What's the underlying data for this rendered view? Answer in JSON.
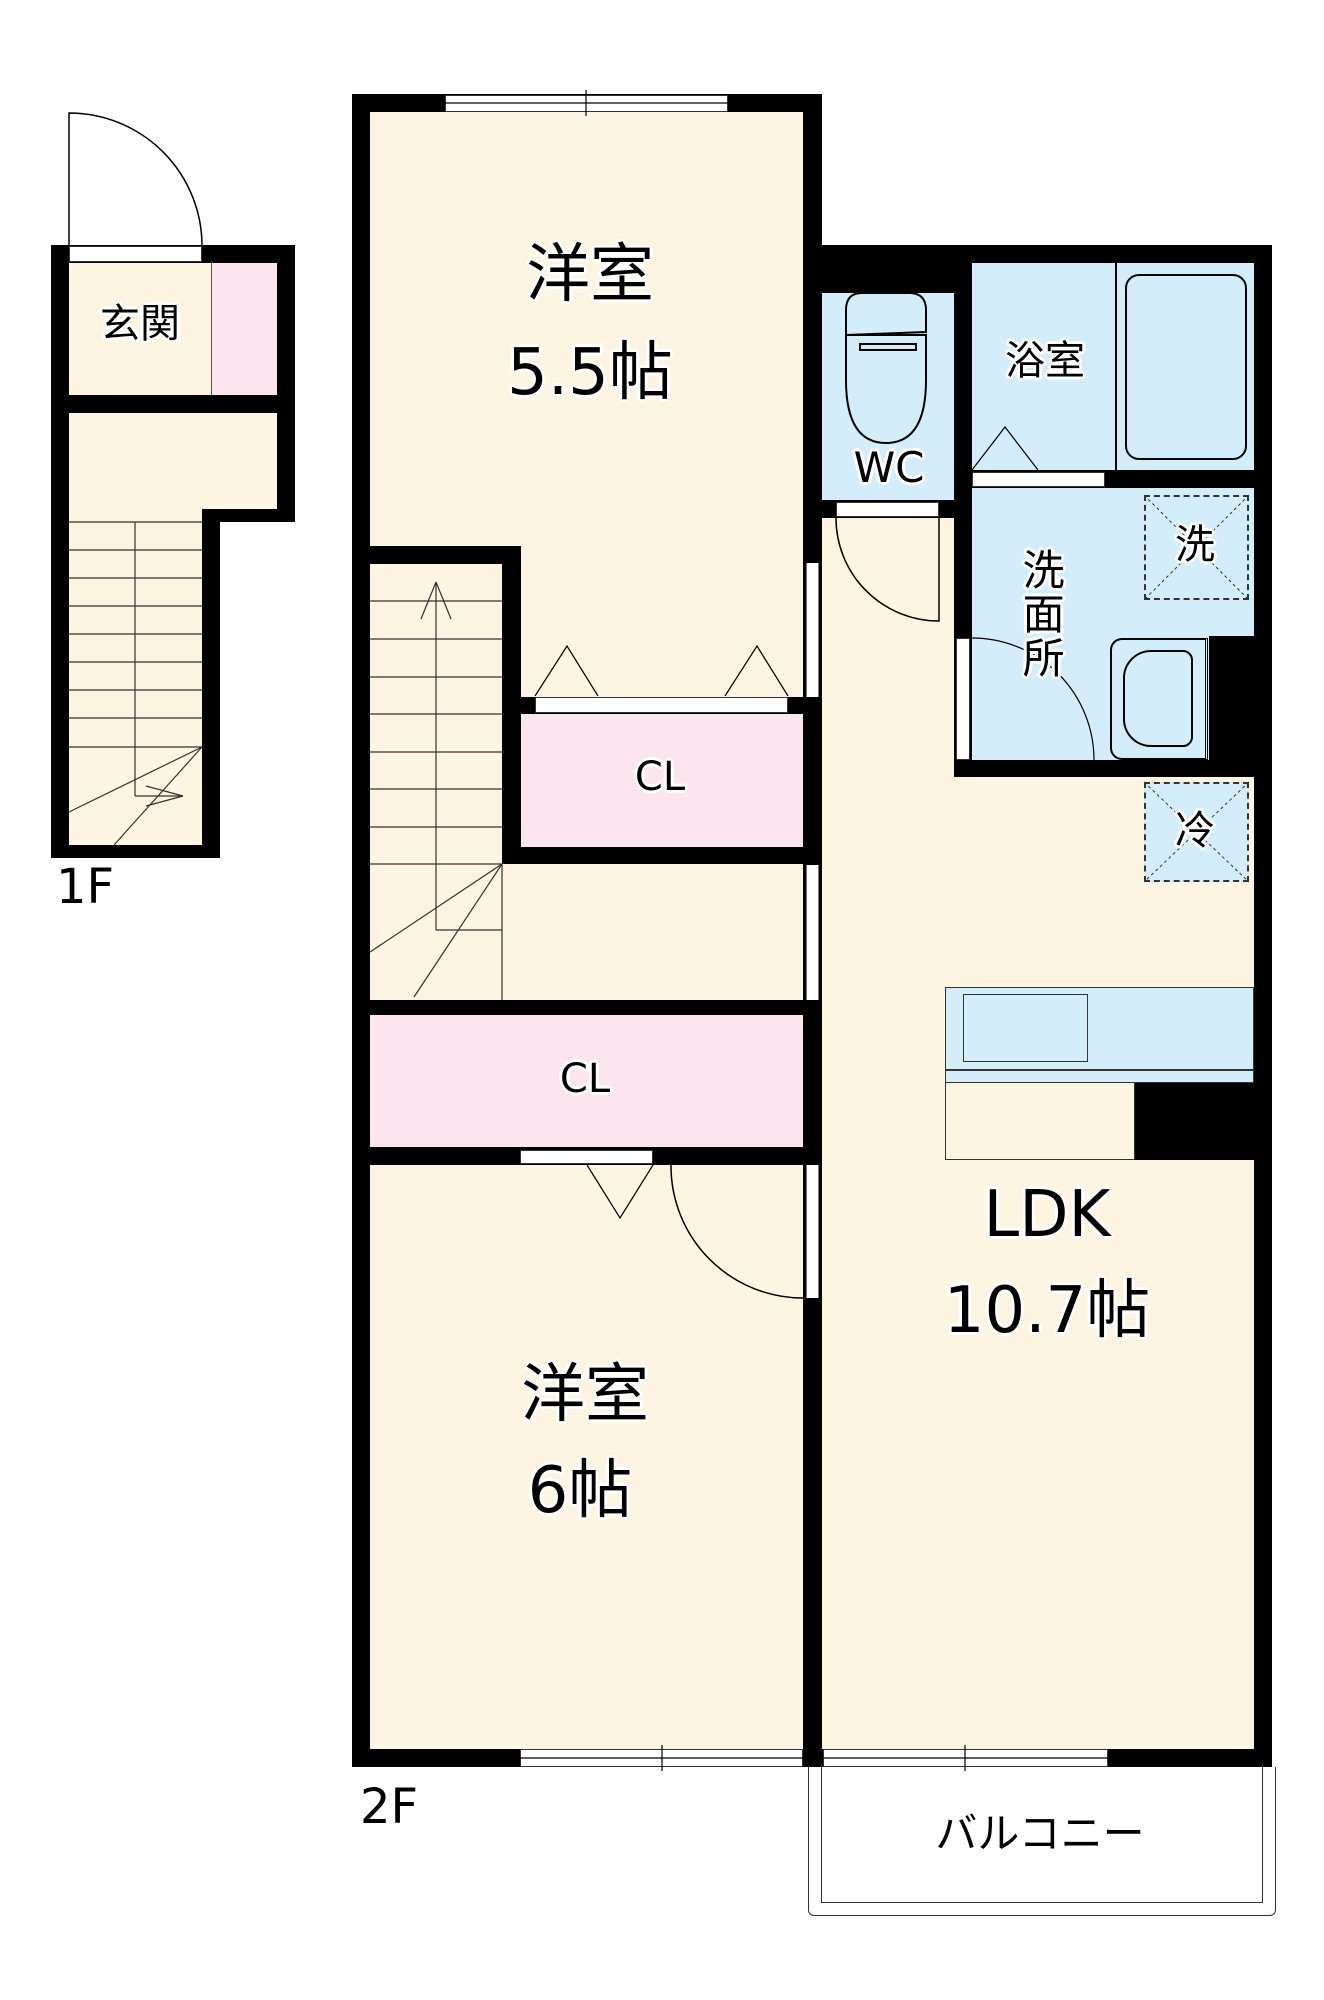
{
  "floors": {
    "first": {
      "label": "1F",
      "rooms": [
        {
          "id": "genkan",
          "name": "玄関"
        }
      ]
    },
    "second": {
      "label": "2F",
      "rooms": [
        {
          "id": "western-room-1",
          "name": "洋室",
          "size": "5.5帖"
        },
        {
          "id": "closet-1",
          "name": "CL"
        },
        {
          "id": "closet-2",
          "name": "CL"
        },
        {
          "id": "western-room-2",
          "name": "洋室",
          "size": "6帖"
        },
        {
          "id": "wc",
          "name": "WC"
        },
        {
          "id": "bathroom",
          "name": "浴室"
        },
        {
          "id": "washroom",
          "name": "洗面所"
        },
        {
          "id": "washer",
          "name": "洗"
        },
        {
          "id": "fridge",
          "name": "冷"
        },
        {
          "id": "ldk",
          "name": "LDK",
          "size": "10.7帖"
        },
        {
          "id": "balcony",
          "name": "バルコニー"
        }
      ]
    }
  },
  "colors": {
    "wall": "#000000",
    "room_fill": "#FDF4E1",
    "storage_fill": "#FCE5EF",
    "wet_area_fill": "#D3EEFA"
  }
}
